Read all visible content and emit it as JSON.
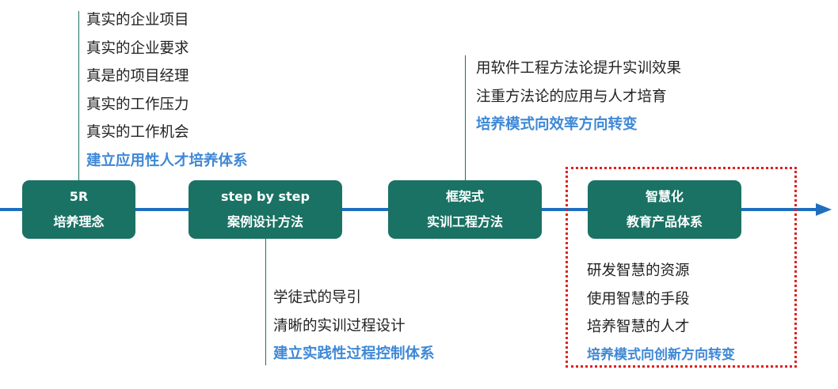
{
  "stages": [
    {
      "title": "5R",
      "subtitle": "培养理念"
    },
    {
      "title": "step by step",
      "subtitle": "案例设计方法"
    },
    {
      "title": "框架式",
      "subtitle": "实训工程方法"
    },
    {
      "title": "智慧化",
      "subtitle": "教育产品体系"
    }
  ],
  "notes": {
    "stage1": {
      "items": [
        "真实的企业项目",
        "真实的企业要求",
        "真是的项目经理",
        "真实的工作压力",
        "真实的工作机会"
      ],
      "highlight": "建立应用性人才培养体系"
    },
    "stage2": {
      "items": [
        "学徒式的导引",
        "清晰的实训过程设计"
      ],
      "highlight": "建立实践性过程控制体系"
    },
    "stage3": {
      "items": [
        "用软件工程方法论提升实训效果",
        "注重方法论的应用与人才培育"
      ],
      "highlight": "培养模式向效率方向转变"
    },
    "stage4": {
      "items": [
        "研发智慧的资源",
        "使用智慧的手段",
        "培养智慧的人才"
      ],
      "highlight": "培养模式向创新方向转变"
    }
  },
  "colors": {
    "axis": "#1f6fbe",
    "node_fill": "#1a7264",
    "highlight_text": "#3f88d6",
    "frame": "#e02020"
  }
}
